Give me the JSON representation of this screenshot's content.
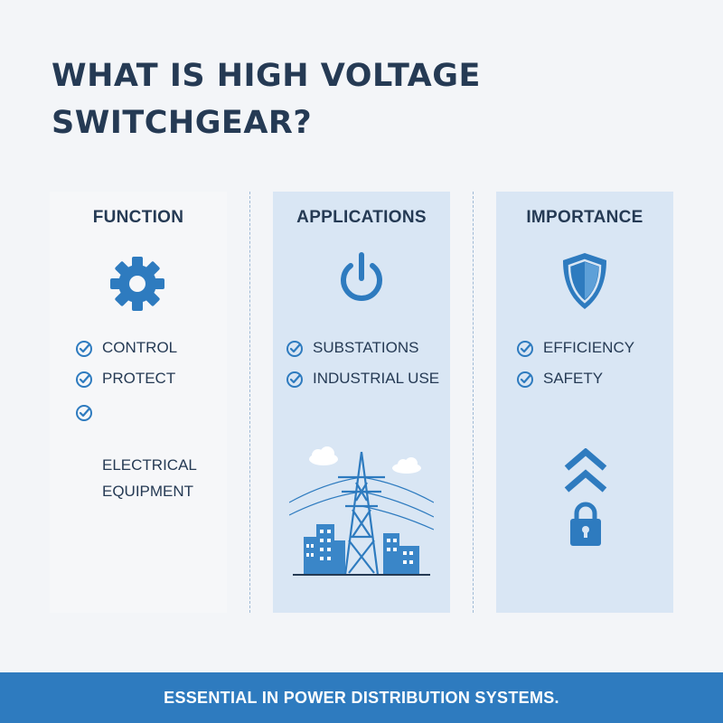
{
  "title": {
    "line1": "What is High Voltage",
    "line2": "Switchgear?"
  },
  "cards": [
    {
      "heading": "FUNCTION",
      "icon": "gear-icon",
      "items": [
        "CONTROL",
        "PROTECT",
        "ELECTRICAL\nEQUIPMENT"
      ]
    },
    {
      "heading": "APPLICATIONS",
      "icon": "power-icon",
      "items": [
        "SUBSTATIONS",
        "INDUSTRIAL USE"
      ],
      "illustration": "transmission-tower-city-illustration"
    },
    {
      "heading": "IMPORTANCE",
      "icon": "shield-icon",
      "items": [
        "EFFICIENCY",
        "SAFETY"
      ],
      "illustration": "chevrons-up-lock-illustration"
    }
  ],
  "footer": {
    "text": "ESSENTIAL IN POWER DISTRIBUTION SYSTEMS."
  },
  "colors": {
    "accent": "#2e7bbf",
    "title": "#253a54",
    "card_blue": "#d9e6f4",
    "card_light": "#f6f7f9"
  }
}
